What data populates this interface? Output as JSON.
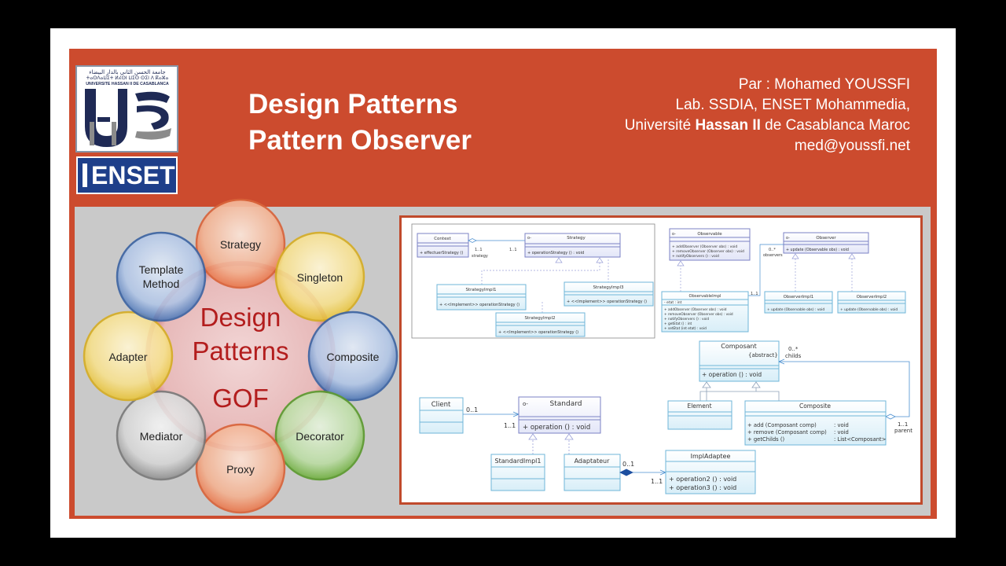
{
  "slide": {
    "title_line1": "Design Patterns",
    "title_line2": "Pattern Observer"
  },
  "author": {
    "line1": "Par :  Mohamed YOUSSFI",
    "line2": "Lab. SSDIA, ENSET Mohammedia,",
    "line3_prefix": "Université ",
    "line3_bold": "Hassan II",
    "line3_suffix": " de Casablanca Maroc",
    "email": "med@youssfi.net"
  },
  "logo": {
    "arabic": "جامعة الحسن الثاني بالدار البيضاء",
    "tifinagh": "ⵜⴰⵙⴷⴰⵡⵉⵜ ⵍⵃⵙⵏ ⵡⵉⵙ ⵙⵉⵏ ⴷ ⴽⴰⵣⴰ",
    "latin": "UNIVERSITÉ HASSAN II DE CASABLANCA",
    "enset": "ENSET"
  },
  "patterns_wheel": {
    "center_line1": "Design",
    "center_line2": "Patterns",
    "center_line3": "GOF",
    "items": [
      {
        "label": "Strategy",
        "color": "#e8754a"
      },
      {
        "label": "Singleton",
        "color": "#e6c23a"
      },
      {
        "label": "Composite",
        "color": "#4f77b5"
      },
      {
        "label": "Decorator",
        "color": "#6fae3f"
      },
      {
        "label": "Proxy",
        "color": "#e8754a"
      },
      {
        "label": "Mediator",
        "color": "#8f8f8f"
      },
      {
        "label": "Adapter",
        "color": "#e6c23a"
      },
      {
        "label": "Template",
        "label2": "Method",
        "color": "#4f77b5"
      }
    ]
  },
  "uml": {
    "strategy": {
      "context": "Context",
      "context_op": "+   effectuerStrategy ()",
      "mult1": "1..1",
      "mult1_role": "strategy",
      "mult2": "1..1",
      "strategy": "Strategy",
      "strategy_stereo": "o-",
      "strategy_op": "+   operationStrategy ()   : void",
      "impl1": "StrategyImpl1",
      "impl2": "StrategyImpl2",
      "impl3": "StrategyImpl3",
      "impl_op": "+   <<Implement>>   operationStrategy ()"
    },
    "observer": {
      "observable": "Observable",
      "observable_stereo": "o-",
      "obs_ops": [
        "+   addObserver (Observer obs)          : void",
        "+   removeObserver (Observer obs)     : void",
        "+   notifyObservers ()                         : void"
      ],
      "observer": "Observer",
      "observer_stereo": "o-",
      "observer_op": "+   update (Observable obs)   : void",
      "mult_many": "0..*",
      "mult_role": "observers",
      "mult_one": "1..1",
      "observable_impl": "ObservableImpl",
      "impl_attr": "-   etat   : int",
      "impl_ops": [
        "+   addObserver (Observer obs)        : void",
        "+   removeObserver (Observer obs)    : void",
        "+   notifyObservers ()                       : void",
        "+   getEtat ()                                      : int",
        "+   setEtat (int etat)                          : void"
      ],
      "observer_impl1": "ObserverImpl1",
      "observer_impl2": "ObserverImpl2",
      "observer_impl_op": "+   update (Observable obs)   : void"
    },
    "composite": {
      "composant": "Composant",
      "composant_abstract": "{abstract}",
      "composant_op": "+   operation ()   : void",
      "mult_childs": "0..*",
      "role_childs": "childs",
      "element": "Element",
      "composite": "Composite",
      "composite_ops": [
        "+   add (Composant comp)",
        "+   remove (Composant comp)",
        "+   getChilds ()"
      ],
      "composite_types": [
        ": void",
        ": void",
        ": List<Composant>"
      ],
      "mult_parent": "1..1",
      "role_parent": "parent"
    },
    "adapter": {
      "client": "Client",
      "mult_client": "0..1",
      "mult_std": "1..1",
      "standard": "Standard",
      "standard_stereo": "o-",
      "standard_op": "+   operation ()   : void",
      "standard_impl1": "StandardImpl1",
      "adaptateur": "Adaptateur",
      "mult_adapt": "0..1",
      "mult_adaptee": "1..1",
      "impl_adaptee": "ImplAdaptee",
      "adaptee_ops": [
        "+   operation2 ()   : void",
        "+   operation3 ()   : void"
      ]
    }
  }
}
